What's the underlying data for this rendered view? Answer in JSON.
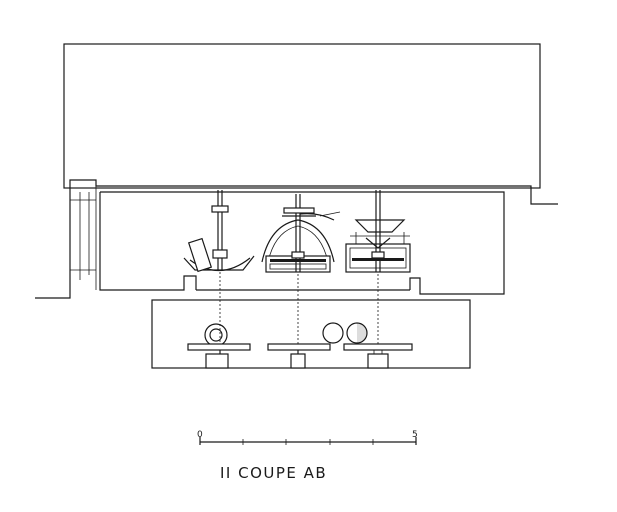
{
  "title": "II  COUPE AB",
  "scale": {
    "start_label": "0",
    "end_label": "5",
    "divisions": 5
  },
  "colors": {
    "ink": "#1a1a1a",
    "paper": "#ffffff"
  }
}
